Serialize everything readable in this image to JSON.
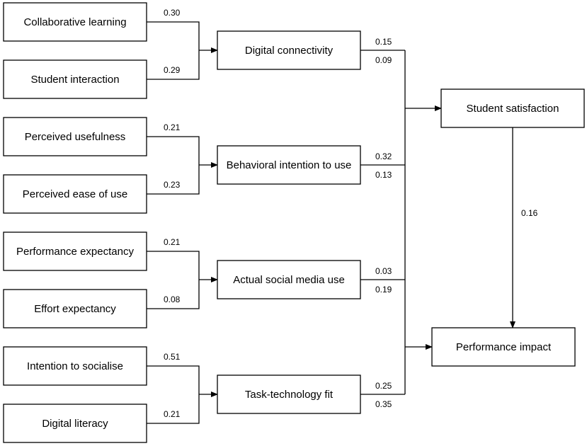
{
  "diagram": {
    "inputs": [
      {
        "id": "cl",
        "label": "Collaborative learning"
      },
      {
        "id": "si",
        "label": "Student interaction"
      },
      {
        "id": "pu",
        "label": "Perceived usefulness"
      },
      {
        "id": "peu",
        "label": "Perceived ease of use"
      },
      {
        "id": "pe",
        "label": "Performance expectancy"
      },
      {
        "id": "ee",
        "label": "Effort expectancy"
      },
      {
        "id": "its",
        "label": "Intention to socialise"
      },
      {
        "id": "dl",
        "label": "Digital literacy"
      }
    ],
    "mediators": [
      {
        "id": "dc",
        "label": "Digital connectivity"
      },
      {
        "id": "bi",
        "label": "Behavioral intention to use"
      },
      {
        "id": "asm",
        "label": "Actual social media use"
      },
      {
        "id": "ttf",
        "label": "Task-technology fit"
      }
    ],
    "outcomes": [
      {
        "id": "ss",
        "label": "Student satisfaction"
      },
      {
        "id": "pi",
        "label": "Performance impact"
      }
    ],
    "input_paths": [
      {
        "from": "cl",
        "to": "dc",
        "weight": "0.30"
      },
      {
        "from": "si",
        "to": "dc",
        "weight": "0.29"
      },
      {
        "from": "pu",
        "to": "bi",
        "weight": "0.21"
      },
      {
        "from": "peu",
        "to": "bi",
        "weight": "0.23"
      },
      {
        "from": "pe",
        "to": "asm",
        "weight": "0.21"
      },
      {
        "from": "ee",
        "to": "asm",
        "weight": "0.08"
      },
      {
        "from": "its",
        "to": "ttf",
        "weight": "0.51"
      },
      {
        "from": "dl",
        "to": "ttf",
        "weight": "0.21"
      }
    ],
    "mediator_paths": [
      {
        "from": "dc",
        "to_satisfaction": "0.15",
        "to_performance": "0.09"
      },
      {
        "from": "bi",
        "to_satisfaction": "0.32",
        "to_performance": "0.13"
      },
      {
        "from": "asm",
        "to_satisfaction": "0.03",
        "to_performance": "0.19"
      },
      {
        "from": "ttf",
        "to_satisfaction": "0.25",
        "to_performance": "0.35"
      }
    ],
    "outcome_path": {
      "from": "ss",
      "to": "pi",
      "weight": "0.16"
    }
  }
}
